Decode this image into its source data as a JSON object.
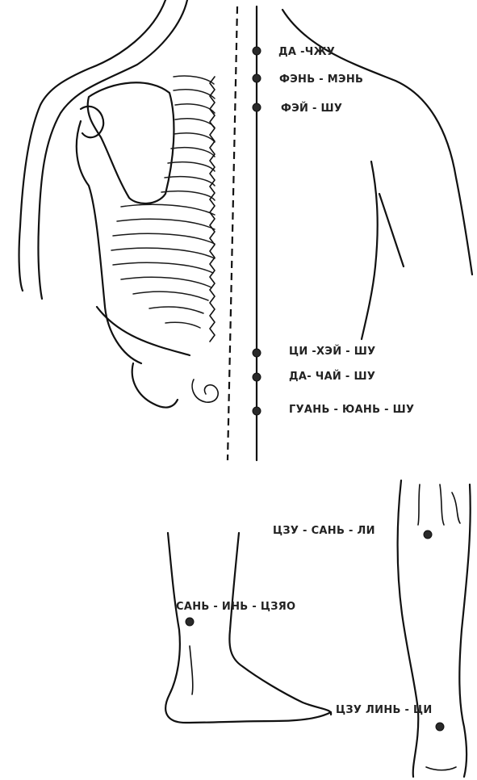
{
  "points": {
    "da_zhui": "ДА -ЧЖУ",
    "feng_men": "ФЭНЬ - МЭНЬ",
    "fei_shu": "ФЭЙ - ШУ",
    "qi_hai_shu": "ЦИ -ХЭЙ - ШУ",
    "da_chang_shu": "ДА- ЧАЙ - ШУ",
    "guan_yuan_shu": "ГУАНЬ - ЮАНЬ - ШУ",
    "zu_san_li": "ЦЗУ - САНЬ - ЛИ",
    "san_yin_jiao": "САНЬ - ИНЬ - ЦЗЯО",
    "zu_lin_qi": "ЦЗУ ЛИНЬ - ЦИ"
  }
}
